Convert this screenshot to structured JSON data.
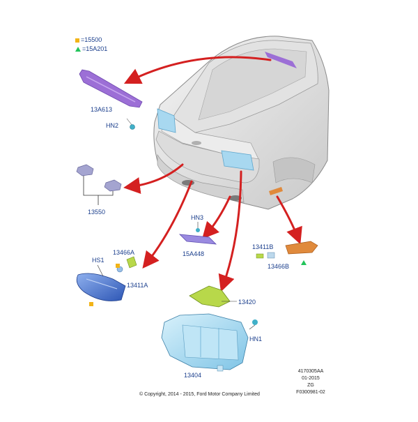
{
  "legend": [
    {
      "symbol": "square",
      "color": "#f2b418",
      "text": "=15500"
    },
    {
      "symbol": "triangle",
      "color": "#22c45a",
      "text": "=15A201"
    }
  ],
  "parts": {
    "p13A613": "13A613",
    "hn2": "HN2",
    "p13550": "13550",
    "hn3": "HN3",
    "p15A448": "15A448",
    "p13466A": "13466A",
    "hs1": "HS1",
    "p13411A": "13411A",
    "p13411B": "13411B",
    "p13466B": "13466B",
    "p13420": "13420",
    "hn1": "HN1",
    "p13404": "13404"
  },
  "meta": {
    "line1": "4170305AA",
    "line2": "01-2015",
    "line3": "ZG",
    "line4": "F0300981-02"
  },
  "copyright": "© Copyright, 2014 - 2015, Ford Motor Company Limited",
  "colors": {
    "arrow": "#d42020",
    "label": "#1a3e8c",
    "legend_square": "#f2b418",
    "legend_triangle": "#22c45a",
    "spoiler": "#9c6fd6",
    "lamp_blue": "#5b7fd0",
    "lamp_light": "#a8d8f0",
    "lamp_green": "#b8d84a",
    "side_marker": "#e08a3c"
  }
}
